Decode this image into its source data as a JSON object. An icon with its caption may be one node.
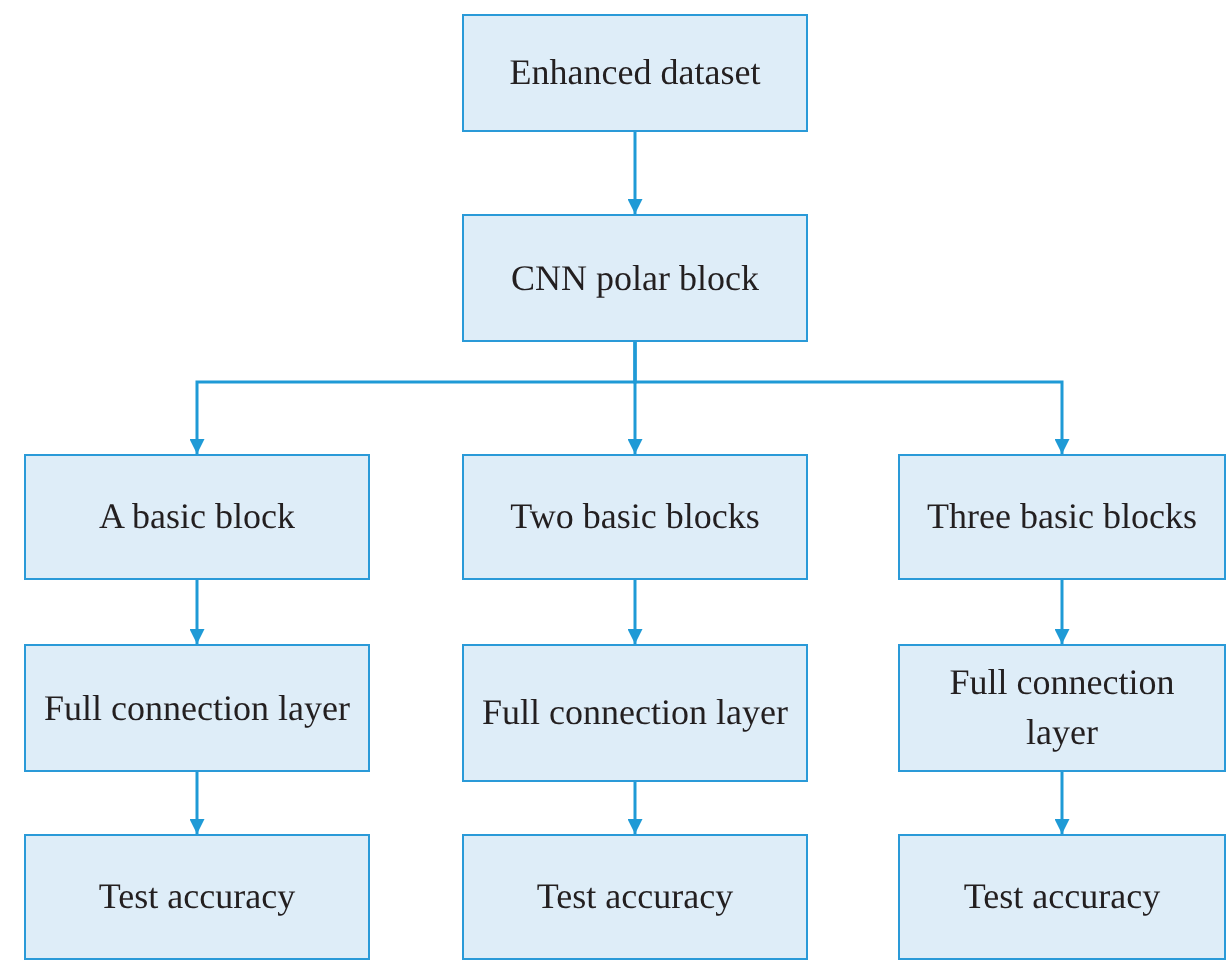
{
  "diagram": {
    "nodes": [
      {
        "text": [
          "Enhanced dataset"
        ]
      },
      {
        "text": [
          "CNN polar block"
        ]
      },
      {
        "text": [
          "A basic block"
        ]
      },
      {
        "text": [
          "Two basic blocks"
        ]
      },
      {
        "text": [
          "Three basic blocks"
        ]
      },
      {
        "text": [
          "Full connection layer"
        ]
      },
      {
        "text": [
          "Full connection layer"
        ]
      },
      {
        "text": [
          "Full connection layer"
        ]
      },
      {
        "text": [
          "Test accuracy"
        ]
      },
      {
        "text": [
          "Test accuracy"
        ]
      },
      {
        "text": [
          "Test accuracy"
        ]
      }
    ],
    "edges": [
      {
        "from": 0,
        "to": 1,
        "arrow": "to"
      },
      {
        "from": 1,
        "to": 2,
        "arrow": "to"
      },
      {
        "from": 1,
        "to": 3,
        "arrow": "to"
      },
      {
        "from": 1,
        "to": 4,
        "arrow": "to"
      },
      {
        "from": 2,
        "to": 5,
        "arrow": "to"
      },
      {
        "from": 3,
        "to": 6,
        "arrow": "to"
      },
      {
        "from": 4,
        "to": 7,
        "arrow": "to"
      },
      {
        "from": 5,
        "to": 8,
        "arrow": "to"
      },
      {
        "from": 6,
        "to": 9,
        "arrow": "to"
      },
      {
        "from": 7,
        "to": 10,
        "arrow": "to"
      }
    ]
  }
}
